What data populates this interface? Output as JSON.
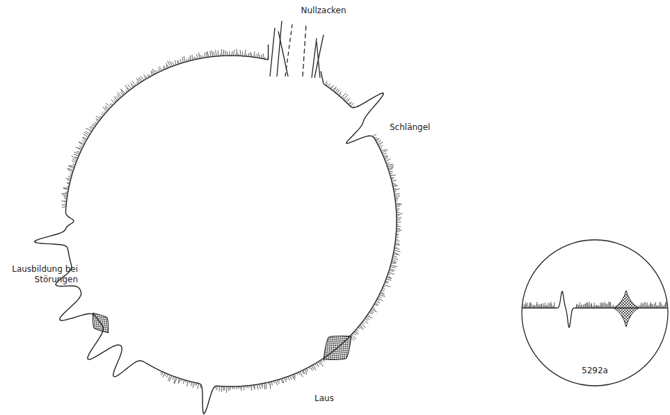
{
  "diagram": {
    "labels": [
      "Nullzacken",
      "Schlängel",
      "Lausbildung bei Störungen",
      "Laus",
      "5292a"
    ]
  }
}
